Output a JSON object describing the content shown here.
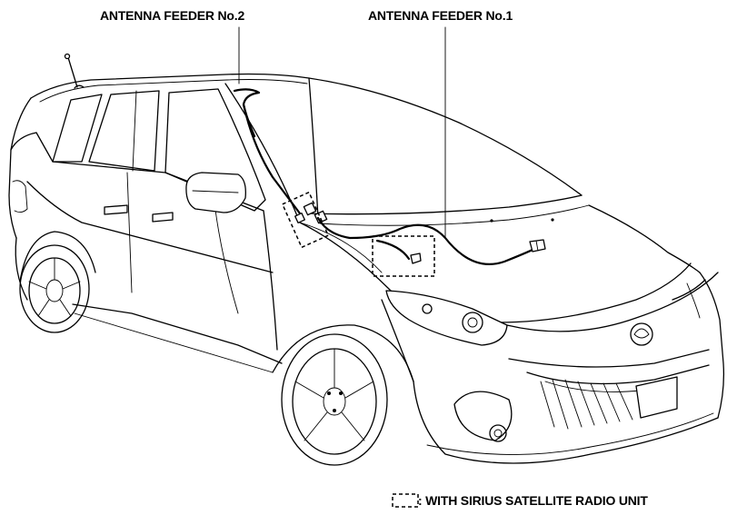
{
  "labels": {
    "feeder2": "ANTENNA FEEDER No.2",
    "feeder1": "ANTENNA FEEDER No.1"
  },
  "legend": {
    "text": ": WITH SIRIUS SATELLITE RADIO UNIT"
  }
}
